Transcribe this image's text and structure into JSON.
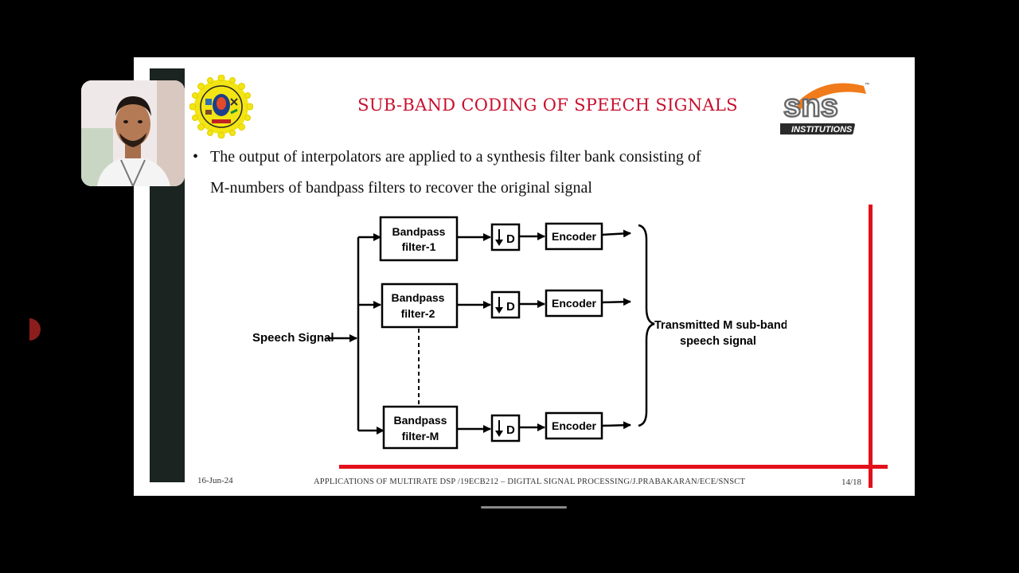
{
  "slide": {
    "title": "SUB-BAND CODING OF SPEECH SIGNALS",
    "bullet_line1": "The output of interpolators are applied to a synthesis filter bank consisting of",
    "bullet_line2": "M-numbers of bandpass filters to recover the original signal",
    "footer": {
      "date": "16-Jun-24",
      "course": "APPLICATIONS OF MULTIRATE DSP /19ECB212 – DIGITAL SIGNAL PROCESSING/J.PRABAKARAN/ECE/SNSCT",
      "page": "14/18"
    }
  },
  "logos": {
    "right_main": "sns",
    "right_sub": "INSTITUTIONS",
    "right_tm": "™"
  },
  "diagram": {
    "input_label": "Speech Signal",
    "filters": [
      {
        "line1": "Bandpass",
        "line2": "filter-1"
      },
      {
        "line1": "Bandpass",
        "line2": "filter-2"
      },
      {
        "line1": "Bandpass",
        "line2": "filter-M"
      }
    ],
    "decimator_label": "D",
    "encoder_label": "Encoder",
    "output_line1": "Transmitted M sub-band",
    "output_line2": "speech signal"
  },
  "colors": {
    "title": "#c8102e",
    "accent_red": "#e2101a",
    "left_bar": "#1b2421"
  }
}
